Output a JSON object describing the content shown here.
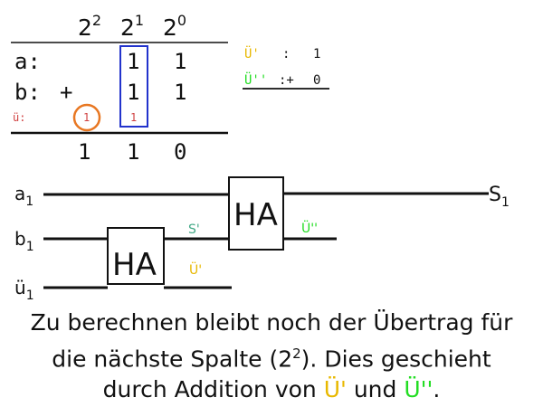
{
  "colors": {
    "ink": "#111111",
    "yellow": "#e8b800",
    "green": "#22dd22",
    "teal": "#44aa88",
    "red": "#d04040",
    "orange": "#e87722",
    "blue": "#2233cc"
  },
  "table": {
    "headers": {
      "h2": "2",
      "h2_exp": "2",
      "h1": "2",
      "h1_exp": "1",
      "h0": "2",
      "h0_exp": "0"
    },
    "row_a": {
      "label": "a:",
      "b1": "1",
      "b0": "1"
    },
    "row_b": {
      "label": "b:",
      "plus": "+",
      "b1": "1",
      "b0": "1"
    },
    "row_carry": {
      "label": "ü:",
      "c2": "1",
      "c1": "1"
    },
    "result": {
      "r2": "1",
      "r1": "1",
      "r0": "0"
    }
  },
  "side_sum": {
    "u1_label": "Ü'",
    "u1_sep": ":",
    "u1_val": "1",
    "u2_label": "Ü''",
    "u2_sep": ":+",
    "u2_val": "0"
  },
  "circuit": {
    "in_a": "a",
    "in_a_sub": "1",
    "in_b": "b",
    "in_b_sub": "1",
    "in_u": "ü",
    "in_u_sub": "1",
    "ha1": "HA",
    "ha2": "HA",
    "s_prime": "S'",
    "u_prime": "Ü'",
    "u_dprime": "Ü''",
    "out_s": "S",
    "out_s_sub": "1"
  },
  "caption": {
    "line1": "Zu berechnen bleibt noch der Übertrag für",
    "line2_pre": "die nächste Spalte (2",
    "line2_exp": "2",
    "line2_post": "). Dies geschieht",
    "line3_pre": "durch Addition von ",
    "line3_u1": "Ü'",
    "line3_mid": " und ",
    "line3_u2": "Ü''",
    "line3_end": "."
  }
}
